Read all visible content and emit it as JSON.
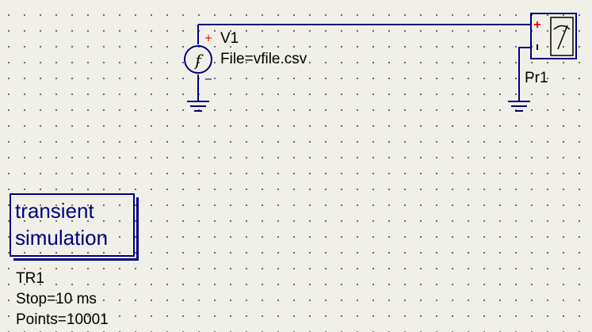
{
  "source": {
    "name": "V1",
    "property": "File=vfile.csv",
    "symbol": "f",
    "plus_sign": "+",
    "minus_sign": "−"
  },
  "probe": {
    "name": "Pr1"
  },
  "simulation": {
    "title_line1": "transient",
    "title_line2": "simulation",
    "name": "TR1",
    "stop": "Stop=10 ms",
    "points": "Points=10001"
  },
  "colors": {
    "wire": "#00007f",
    "canvas": "#f1f0e8",
    "grid_dot": "#545454",
    "plus_marker": "#ff0000"
  }
}
